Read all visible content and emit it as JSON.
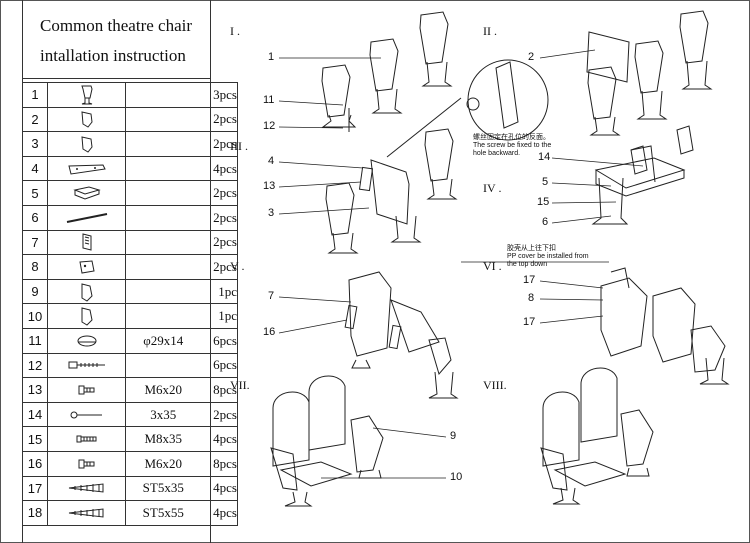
{
  "title": {
    "line1": "Common theatre chair",
    "line2": "intallation instruction"
  },
  "parts": [
    {
      "num": "1",
      "icon": "armrest-side-panel-icon",
      "size": "",
      "qty": "3pcs"
    },
    {
      "num": "2",
      "icon": "side-cover-icon",
      "size": "",
      "qty": "2pcs"
    },
    {
      "num": "3",
      "icon": "side-cover-icon",
      "size": "",
      "qty": "2pcs"
    },
    {
      "num": "4",
      "icon": "mounting-bracket-icon",
      "size": "",
      "qty": "4pcs"
    },
    {
      "num": "5",
      "icon": "seat-cushion-icon",
      "size": "",
      "qty": "2pcs"
    },
    {
      "num": "6",
      "icon": "rod-icon",
      "size": "",
      "qty": "2pcs"
    },
    {
      "num": "7",
      "icon": "back-panel-icon",
      "size": "",
      "qty": "2pcs"
    },
    {
      "num": "8",
      "icon": "hinge-plate-icon",
      "size": "",
      "qty": "2pcs"
    },
    {
      "num": "9",
      "icon": "end-cover-icon",
      "size": "",
      "qty": "1pc"
    },
    {
      "num": "10",
      "icon": "end-cover-icon",
      "size": "",
      "qty": "1pc"
    },
    {
      "num": "11",
      "icon": "cap-icon",
      "size": "φ29x14",
      "qty": "6pcs"
    },
    {
      "num": "12",
      "icon": "anchor-bolt-icon",
      "size": "",
      "qty": "6pcs"
    },
    {
      "num": "13",
      "icon": "screw-icon",
      "size": "M6x20",
      "qty": "8pcs"
    },
    {
      "num": "14",
      "icon": "long-screw-icon",
      "size": "3x35",
      "qty": "2pcs"
    },
    {
      "num": "15",
      "icon": "bolt-icon",
      "size": "M8x35",
      "qty": "4pcs"
    },
    {
      "num": "16",
      "icon": "screw-icon",
      "size": "M6x20",
      "qty": "8pcs"
    },
    {
      "num": "17",
      "icon": "self-tapping-screw-icon",
      "size": "ST5x35",
      "qty": "4pcs"
    },
    {
      "num": "18",
      "icon": "self-tapping-screw-icon",
      "size": "ST5x55",
      "qty": "4pcs"
    }
  ],
  "steps": {
    "s1": "I .",
    "s2": "II .",
    "s3": "III .",
    "s4": "IV .",
    "s5": "V .",
    "s6": "VI .",
    "s7": "VII.",
    "s8": "VIII."
  },
  "callouts": {
    "c1": "1",
    "c2": "2",
    "c11": "11",
    "c12": "12",
    "c4": "4",
    "c13": "13",
    "c3": "3",
    "c14": "14",
    "c5": "5",
    "c15": "15",
    "c6": "6",
    "c7": "7",
    "c16": "16",
    "c17a": "17",
    "c8": "8",
    "c17b": "17",
    "c9": "9",
    "c10": "10"
  },
  "notes": {
    "screw_cn": "螺丝固定在孔位的反面。",
    "screw_en1": "The screw be fixed to the",
    "screw_en2": "hole backward.",
    "pp_cn": "胶壳从上往下扣",
    "pp_en1": "PP cover be installed from",
    "pp_en2": "the top down"
  }
}
